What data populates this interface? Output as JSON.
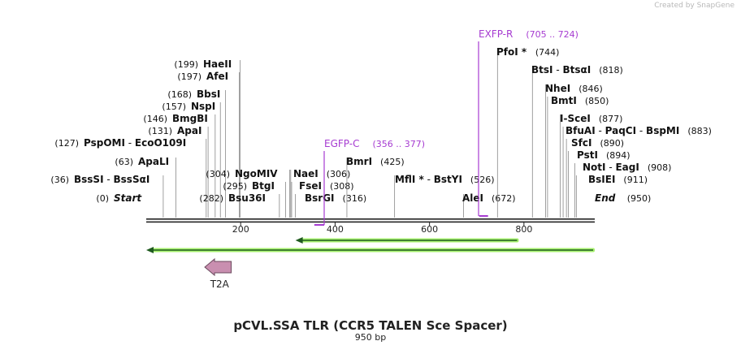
{
  "credit": "Created by SnapGene",
  "plasmid": {
    "title": "pCVL.SSA TLR (CCR5 TALEN Sce Spacer)",
    "length_label": "950 bp"
  },
  "sites": [
    {
      "pos": 0,
      "names": [
        "Start"
      ],
      "label": "(0)",
      "italic": true
    },
    {
      "pos": 36,
      "names": [
        "BssSI",
        "BssSαI"
      ],
      "label": "(36)"
    },
    {
      "pos": 63,
      "names": [
        "ApaLI"
      ],
      "label": "(63)"
    },
    {
      "pos": 127,
      "names": [
        "PspOMI",
        "EcoO109I"
      ],
      "label": "(127)"
    },
    {
      "pos": 131,
      "names": [
        "ApaI"
      ],
      "label": "(131)"
    },
    {
      "pos": 146,
      "names": [
        "BmgBI"
      ],
      "label": "(146)"
    },
    {
      "pos": 157,
      "names": [
        "NspI"
      ],
      "label": "(157)"
    },
    {
      "pos": 168,
      "names": [
        "BbsI"
      ],
      "label": "(168)"
    },
    {
      "pos": 197,
      "names": [
        "AfeI"
      ],
      "label": "(197)"
    },
    {
      "pos": 199,
      "names": [
        "HaeII"
      ],
      "label": "(199)"
    },
    {
      "pos": 282,
      "names": [
        "Bsu36I"
      ],
      "label": "(282)"
    },
    {
      "pos": 295,
      "names": [
        "BtgI"
      ],
      "label": "(295)"
    },
    {
      "pos": 304,
      "names": [
        "NgoMIV"
      ],
      "label": "(304)"
    },
    {
      "pos": 306,
      "names": [
        "NaeI"
      ],
      "label": "(306)"
    },
    {
      "pos": 308,
      "names": [
        "FseI"
      ],
      "label": "(308)"
    },
    {
      "pos": 316,
      "names": [
        "BsrGI"
      ],
      "label": "(316)"
    },
    {
      "pos": 425,
      "names": [
        "BmrI"
      ],
      "label": "(425)"
    },
    {
      "pos": 526,
      "names": [
        "MflI *",
        "BstYI"
      ],
      "label": "(526)"
    },
    {
      "pos": 672,
      "names": [
        "AleI"
      ],
      "label": "(672)"
    },
    {
      "pos": 744,
      "names": [
        "PfoI *"
      ],
      "label": "(744)"
    },
    {
      "pos": 818,
      "names": [
        "BtsI",
        "BtsαI"
      ],
      "label": "(818)"
    },
    {
      "pos": 846,
      "names": [
        "NheI"
      ],
      "label": "(846)"
    },
    {
      "pos": 850,
      "names": [
        "BmtI"
      ],
      "label": "(850)"
    },
    {
      "pos": 877,
      "names": [
        "I-SceI"
      ],
      "label": "(877)"
    },
    {
      "pos": 883,
      "names": [
        "BfuAI",
        "PaqCI",
        "BspMI"
      ],
      "label": "(883)"
    },
    {
      "pos": 890,
      "names": [
        "SfcI"
      ],
      "label": "(890)"
    },
    {
      "pos": 894,
      "names": [
        "PstI"
      ],
      "label": "(894)"
    },
    {
      "pos": 908,
      "names": [
        "NotI",
        "EagI"
      ],
      "label": "(908)"
    },
    {
      "pos": 911,
      "names": [
        "BsIEI"
      ],
      "label": "(911)"
    },
    {
      "pos": 950,
      "names": [
        "End"
      ],
      "label": "(950)",
      "italic": true
    }
  ],
  "primers": [
    {
      "name": "EGFP-C",
      "range": "(356 .. 377)",
      "start": 356,
      "end": 377
    },
    {
      "name": "EXFP-R",
      "range": "(705 .. 724)",
      "start": 705,
      "end": 724
    }
  ],
  "features": [
    {
      "name": "",
      "start": 316,
      "end": 789,
      "strand": -1,
      "color": "#a6f06e"
    },
    {
      "name": "",
      "start": 0,
      "end": 950,
      "strand": -1,
      "color": "#a6f06e"
    },
    {
      "name": "T2A",
      "start": 124,
      "end": 180,
      "strand": -1,
      "color": "#c98fb0"
    }
  ],
  "ruler": {
    "ticks": [
      200,
      400,
      600,
      800
    ]
  },
  "colors": {
    "primer": "#a63bd1",
    "backbone": "#222222",
    "feature_outline": "#333333"
  }
}
